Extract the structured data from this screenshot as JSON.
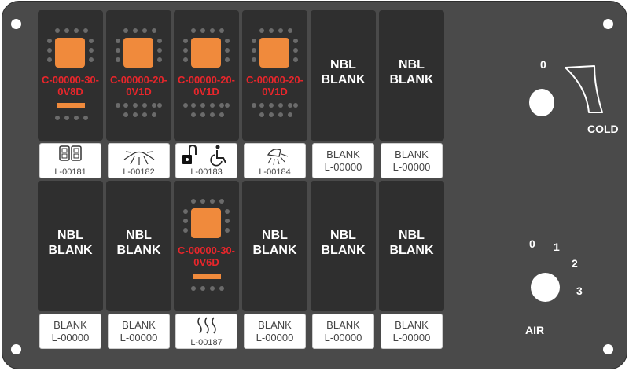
{
  "panel": {
    "blank_text": [
      "NBL",
      "BLANK"
    ],
    "colors": {
      "panel": "#4a4a4a",
      "switch": "#2f2f2f",
      "lamp": "#f08a3c",
      "code": "#e8262b"
    }
  },
  "switches_row1": [
    {
      "type": "lit",
      "code": [
        "C-00000-30-",
        "0V8D"
      ],
      "bar": true,
      "label": {
        "icon": "dual-outlet-icon",
        "code": "L-00181"
      }
    },
    {
      "type": "lit",
      "code": [
        "C-00000-20-",
        "0V1D"
      ],
      "bar": false,
      "label": {
        "icon": "sun-rays-icon",
        "code": "L-00182"
      }
    },
    {
      "type": "lit",
      "code": [
        "C-00000-20-",
        "0V1D"
      ],
      "bar": false,
      "label": {
        "icon": "lock-wheelchair-icon",
        "code": "L-00183"
      }
    },
    {
      "type": "lit",
      "code": [
        "C-00000-20-",
        "0V1D"
      ],
      "bar": false,
      "label": {
        "icon": "shower-light-icon",
        "code": "L-00184"
      }
    },
    {
      "type": "blank",
      "label": {
        "text": "BLANK",
        "code": "L-00000"
      }
    },
    {
      "type": "blank",
      "label": {
        "text": "BLANK",
        "code": "L-00000"
      }
    }
  ],
  "switches_row2": [
    {
      "type": "blank",
      "label": {
        "text": "BLANK",
        "code": "L-00000"
      }
    },
    {
      "type": "blank",
      "label": {
        "text": "BLANK",
        "code": "L-00000"
      }
    },
    {
      "type": "lit",
      "code": [
        "C-00000-30-",
        "0V6D"
      ],
      "bar": true,
      "label": {
        "icon": "heat-waves-icon",
        "code": "L-00187"
      }
    },
    {
      "type": "blank",
      "label": {
        "text": "BLANK",
        "code": "L-00000"
      }
    },
    {
      "type": "blank",
      "label": {
        "text": "BLANK",
        "code": "L-00000"
      }
    },
    {
      "type": "blank",
      "label": {
        "text": "BLANK",
        "code": "L-00000"
      }
    }
  ],
  "temp_dial": {
    "zero": "0",
    "label": "COLD"
  },
  "air_dial": {
    "positions": [
      "0",
      "1",
      "2",
      "3"
    ],
    "label": "AIR"
  }
}
